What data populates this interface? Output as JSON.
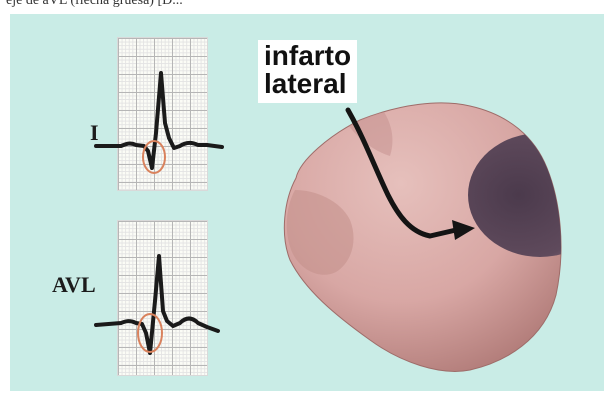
{
  "header": {
    "text": "eje de aVL (flecha gruesa) [D..."
  },
  "leads": [
    {
      "label": "I"
    },
    {
      "label": "AVL"
    }
  ],
  "annotation": {
    "line1": "infarto",
    "line2": "lateral"
  },
  "colors": {
    "panel_background": "#c9ece6",
    "heart_fill": "#d9aaa7",
    "infarct_zone": "#5b4758",
    "ecg_trace": "#1a1a1a",
    "q_wave_highlight": "#d9825d"
  }
}
